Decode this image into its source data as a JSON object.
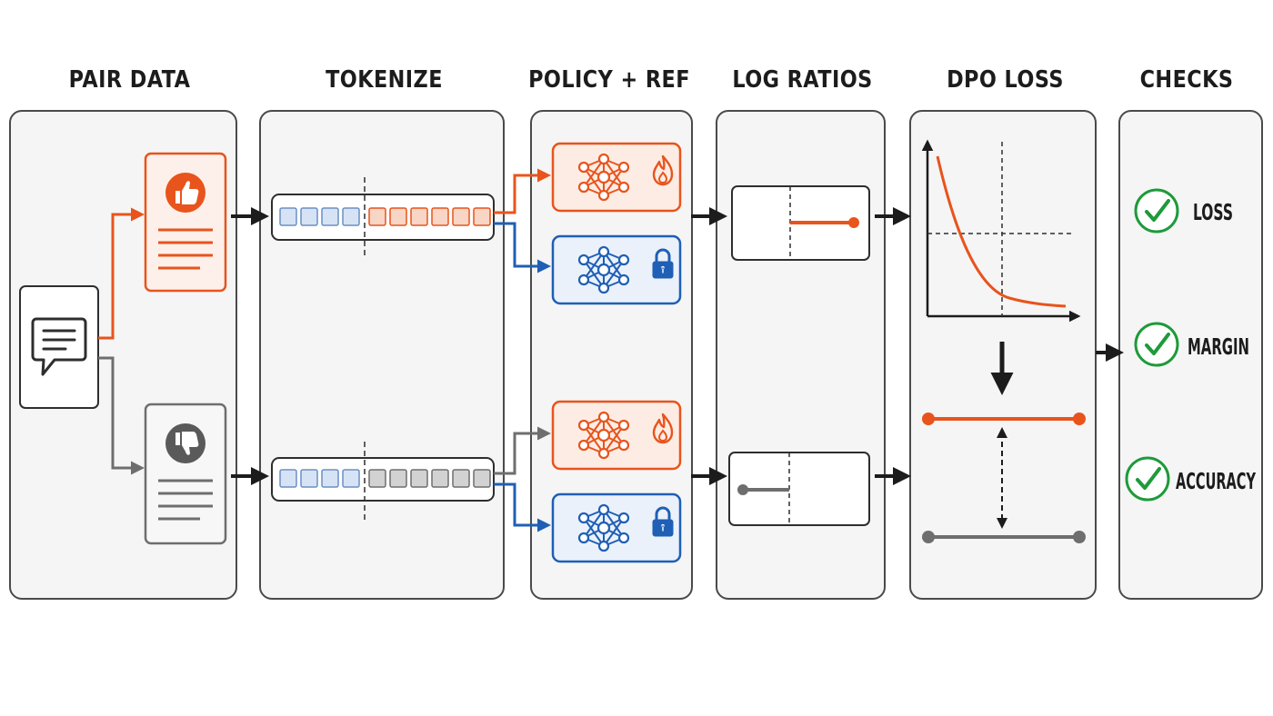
{
  "stages": [
    {
      "id": "pair-data",
      "title": "PAIR DATA"
    },
    {
      "id": "tokenize",
      "title": "TOKENIZE"
    },
    {
      "id": "policy-ref",
      "title": "POLICY + REF"
    },
    {
      "id": "log-ratios",
      "title": "LOG RATIOS"
    },
    {
      "id": "dpo-loss",
      "title": "DPO LOSS"
    },
    {
      "id": "checks",
      "title": "CHECKS"
    }
  ],
  "checks": [
    "LOSS",
    "MARGIN",
    "ACCURACY"
  ],
  "colors": {
    "chosen": "#e8541c",
    "rejected": "#6e6e6e",
    "frozen": "#1f5fb5",
    "check": "#1e9a3a",
    "border": "#4a4a4a",
    "panel_bg": "#f5f5f5"
  },
  "icons": {
    "prompt": "chat-bubble-icon",
    "chosen": "thumbs-up-icon",
    "rejected": "thumbs-down-icon",
    "policy": "flame-icon",
    "reference": "lock-icon",
    "network": "neural-network-icon",
    "check": "checkmark-icon"
  }
}
